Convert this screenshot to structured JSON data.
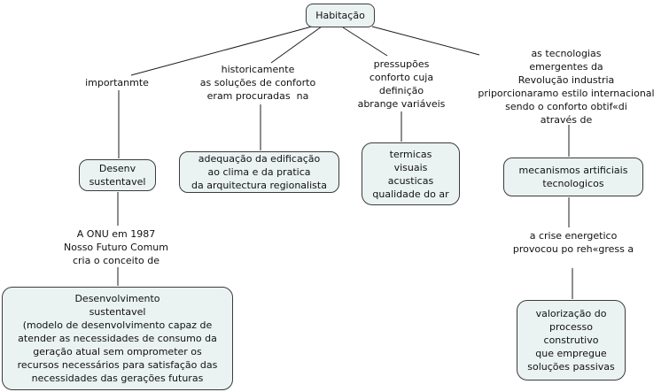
{
  "colors": {
    "background": "#ffffff",
    "node_fill": "#ebf2f2",
    "node_border": "#3c3c3c",
    "connector_line": "#1c1c1c",
    "text": "#111111"
  },
  "nodes": {
    "root": {
      "label": "Habitação"
    },
    "desenv": {
      "label": "Desenv\nsustentavel"
    },
    "adequacao": {
      "label": "adequação da edificação\nao clima e da pratica\nda arquitectura regionalista"
    },
    "termicas": {
      "label": "termicas\nvisuais\nacusticas\nqualidade do ar"
    },
    "mecanismos": {
      "label": "mecanismos artificiais\ntecnologicos"
    },
    "desenvolvimento": {
      "label": "Desenvolvimento\nsustentavel\n(modelo de desenvolvimento capaz de\natender as necessidades de consumo da\ngeração atual sem omprometer os\nrecursos necessários para satisfação das\nnecessidades das gerações futuras"
    },
    "valorizacao": {
      "label": "valorização do\nprocesso\nconstrutivo\nque empregue\nsoluções passivas"
    }
  },
  "links": {
    "importante": {
      "label": "importanmte"
    },
    "historicamente": {
      "label": "historicamente\nas soluções de conforto\neram procuradas  na"
    },
    "pressupoes": {
      "label": "pressupões\nconforto cuja\ndefinição\nabrange variáveis"
    },
    "tecnologias": {
      "label": "as tecnologias\nemergentes da\nRevolução industria\npriporcionaramo estilo internacional\nsendo o conforto obtif«di\natravés de"
    },
    "onu": {
      "label": "A ONU em 1987\nNosso Futuro Comum\ncria o conceito de"
    },
    "crise": {
      "label": "a crise energetico\nprovocou po reh«gress a"
    }
  }
}
